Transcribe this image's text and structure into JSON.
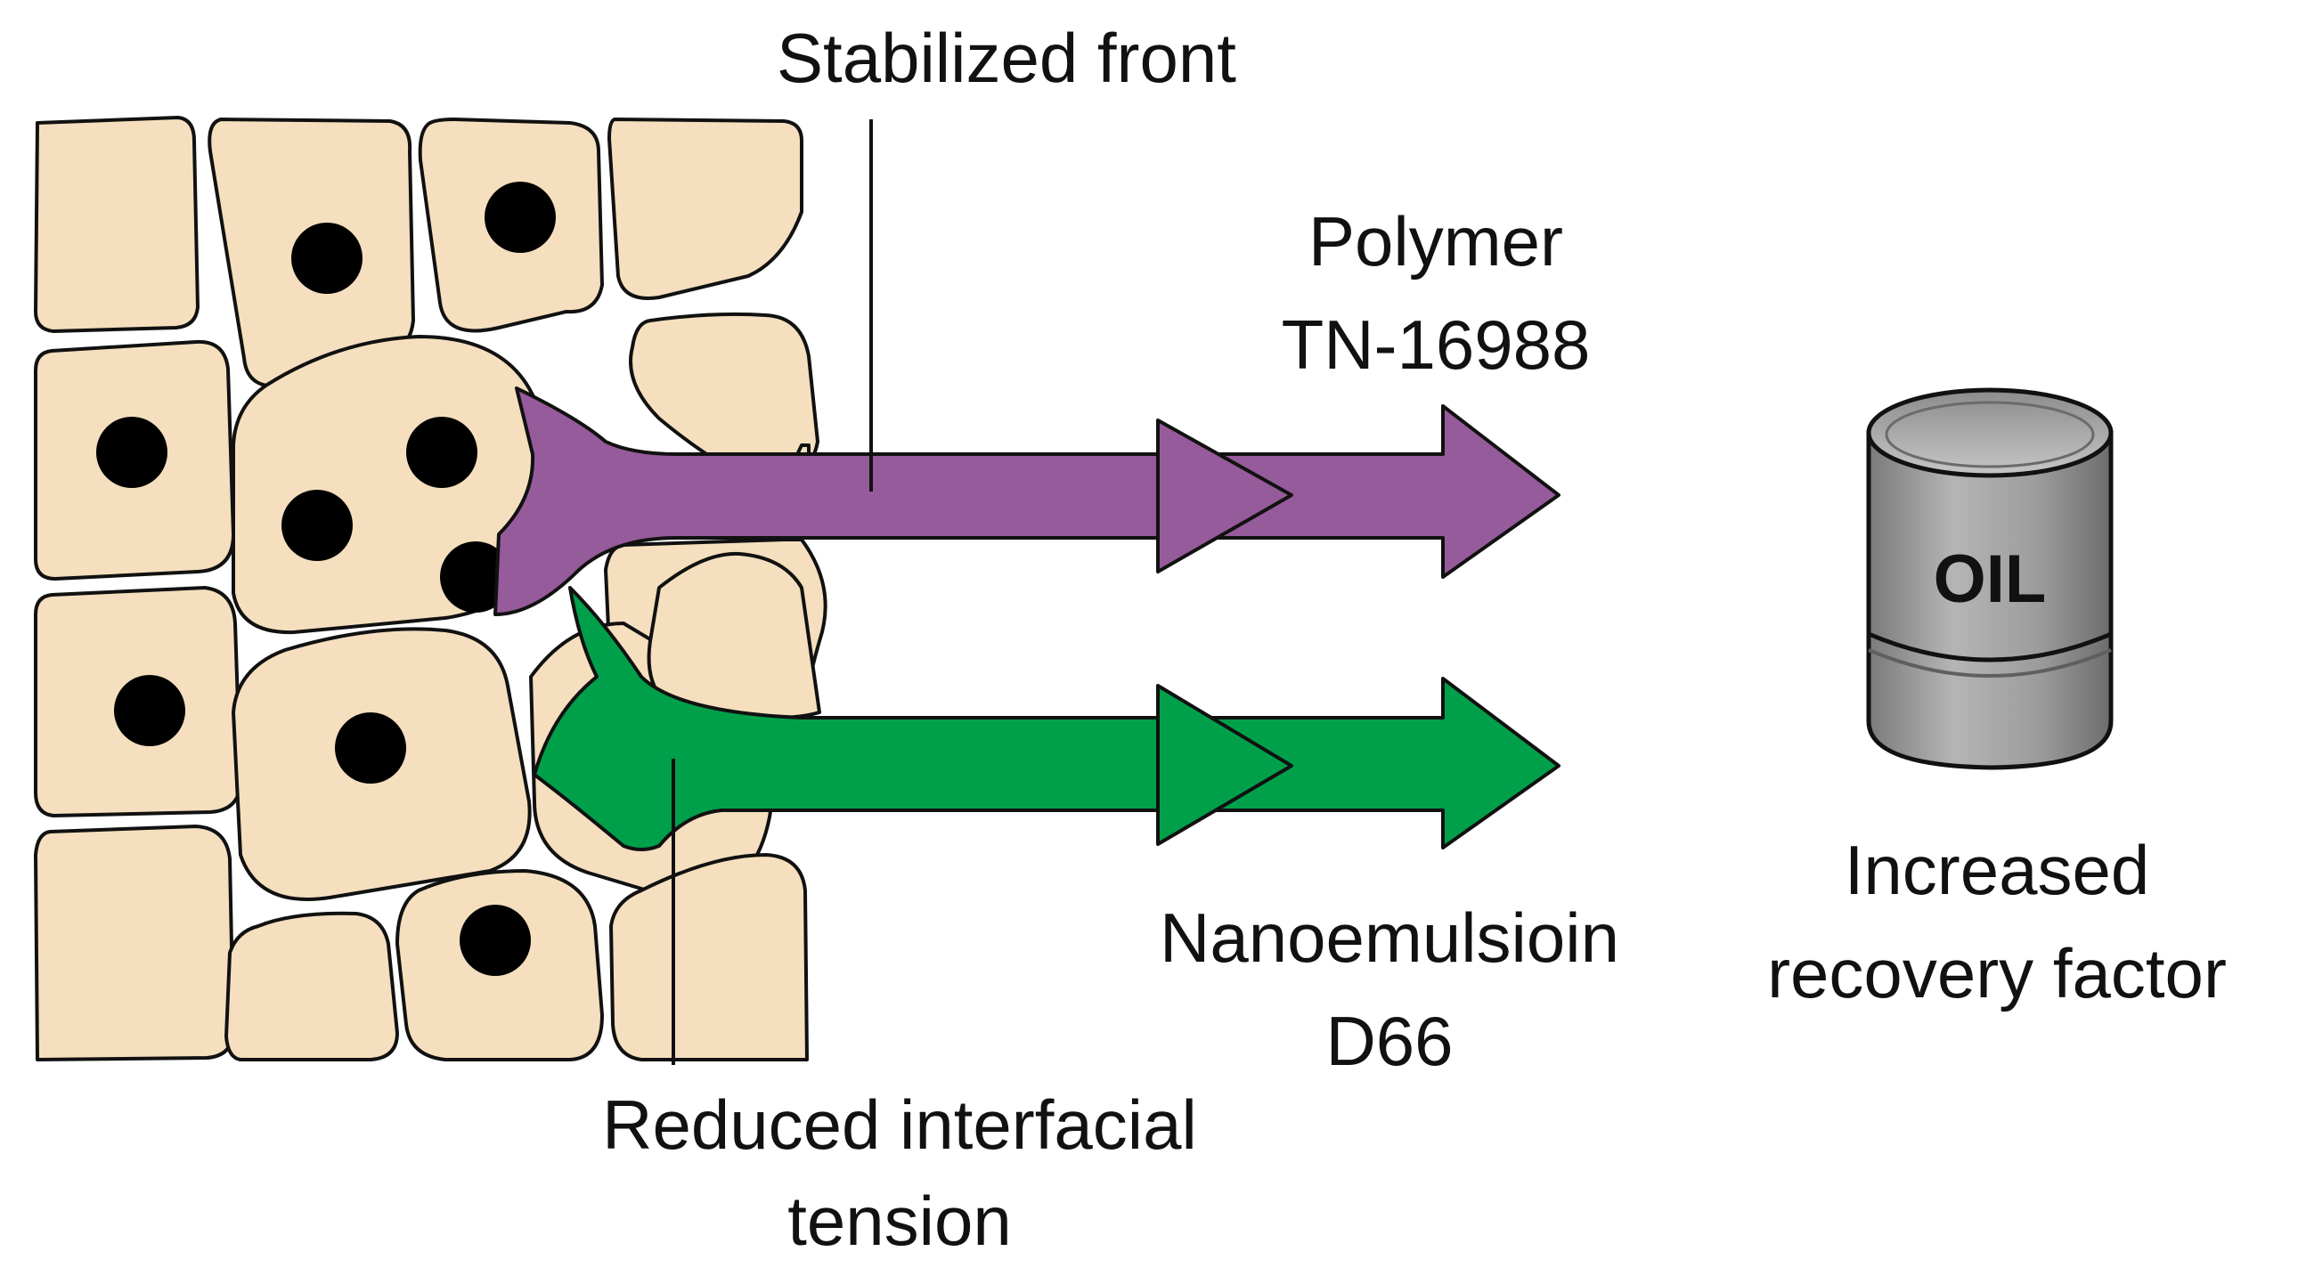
{
  "labels": {
    "stabilized_front": "Stabilized front",
    "polymer_line1": "Polymer",
    "polymer_line2": "TN-16988",
    "nanoemulsion_line1": "Nanoemulsioin",
    "nanoemulsion_line2": "D66",
    "interfacial_line1": "Reduced interfacial",
    "interfacial_line2": "tension",
    "recovery_line1": "Increased",
    "recovery_line2": "recovery factor",
    "barrel_text": "OIL"
  },
  "colors": {
    "polymer": "#965b9a",
    "nanoemulsion": "#00a04b",
    "rock_grain": "#f5dfbe",
    "outline": "#111111",
    "oil_drop": "#000000",
    "barrel": "#9b9b9b"
  },
  "icons": {
    "barrel": "oil-barrel-icon"
  }
}
